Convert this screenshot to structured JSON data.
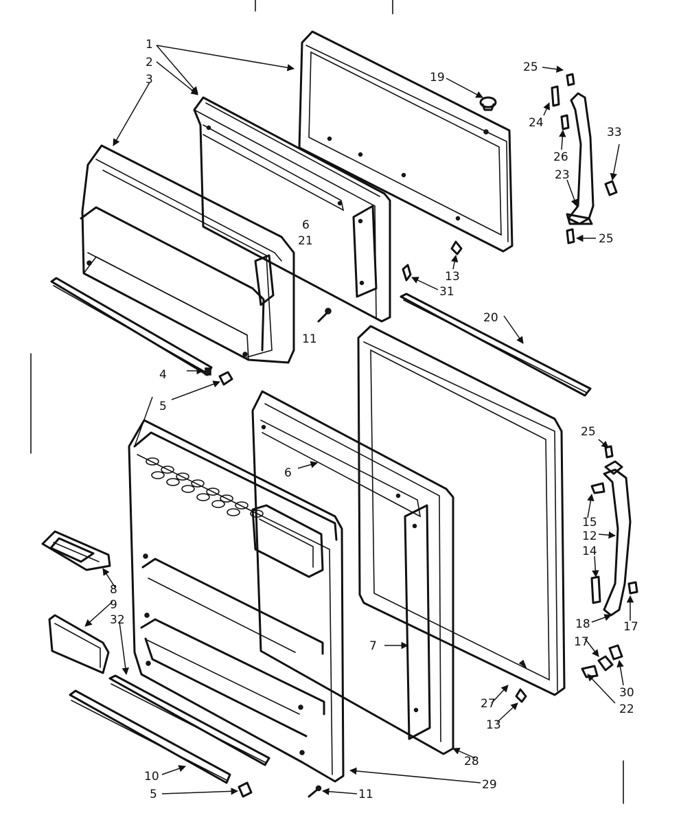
{
  "callouts": {
    "c1": "1",
    "c2": "2",
    "c3": "3",
    "c4": "4",
    "c5a": "5",
    "c5b": "5",
    "c6a": "6",
    "c6b": "6",
    "c7": "7",
    "c8": "8",
    "c9": "9",
    "c10": "10",
    "c11a": "11",
    "c11b": "11",
    "c12": "12",
    "c13a": "13",
    "c13b": "13",
    "c14": "14",
    "c15": "15",
    "c17a": "17",
    "c17b": "17",
    "c18": "18",
    "c19": "19",
    "c20": "20",
    "c21": "21",
    "c22": "22",
    "c23": "23",
    "c24": "24",
    "c25a": "25",
    "c25b": "25",
    "c25c": "25",
    "c26": "26",
    "c27": "27",
    "c28": "28",
    "c29": "29",
    "c30": "30",
    "c31": "31",
    "c32": "32",
    "c33": "33"
  }
}
